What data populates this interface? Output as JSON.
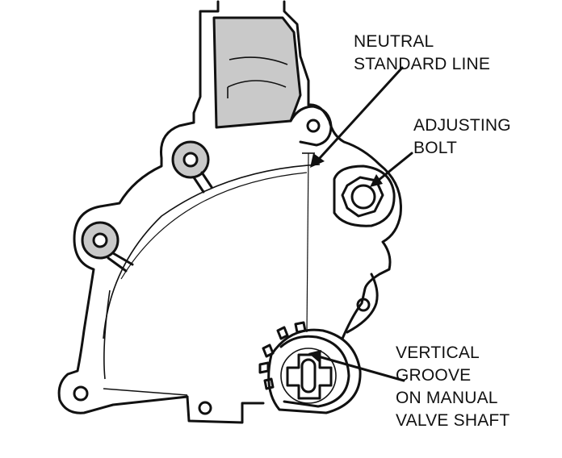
{
  "labels": {
    "neutral_standard_line": [
      "NEUTRAL",
      "STANDARD LINE"
    ],
    "adjusting_bolt": [
      "ADJUSTING",
      "BOLT"
    ],
    "vertical_groove": [
      "VERTICAL",
      "GROOVE",
      "ON MANUAL",
      "VALVE SHAFT"
    ]
  },
  "colors": {
    "ink": "#111111",
    "shade": "#c9c9c9",
    "background": "#ffffff"
  }
}
